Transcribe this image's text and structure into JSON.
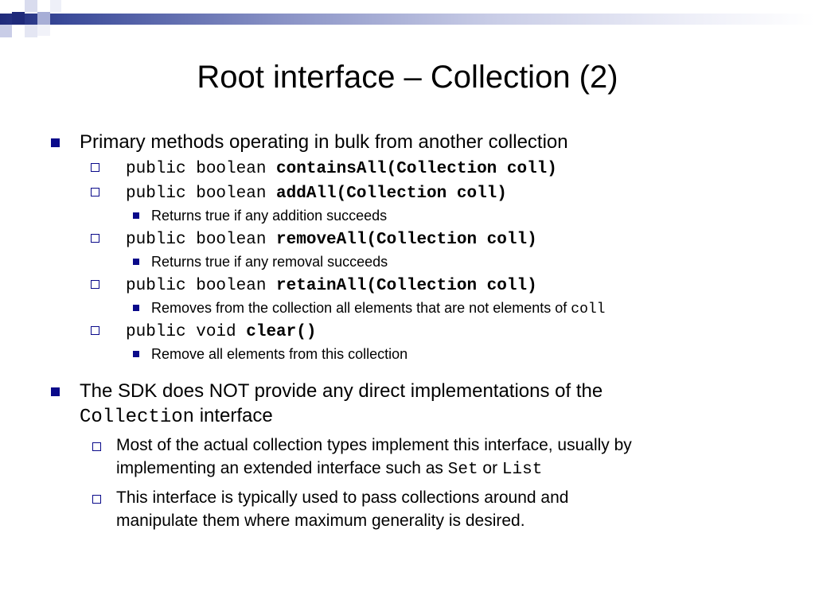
{
  "slide": {
    "title": "Root interface – Collection (2)",
    "b1": "Primary methods operating in bulk from another collection",
    "m1": {
      "pre": "public boolean ",
      "name": "containsAll(Collection coll)"
    },
    "m2": {
      "pre": "public boolean ",
      "name": "addAll(Collection coll)"
    },
    "m2_note": "Returns true if any addition succeeds",
    "m3": {
      "pre": "public boolean ",
      "name": "removeAll(Collection coll)"
    },
    "m3_note": "Returns true if any removal succeeds",
    "m4": {
      "pre": "public boolean ",
      "name": "retainAll(Collection coll)"
    },
    "m4_note_text": "Removes from the collection all elements that are not elements of ",
    "m4_note_code": "coll",
    "m5": {
      "pre": "public void ",
      "name": "clear()"
    },
    "m5_note": "Remove all elements from this collection",
    "b2_line1": "The SDK does NOT provide any direct implementations of the",
    "b2_code": "Collection",
    "b2_line2_rest": " interface",
    "s1_line1": "Most of the actual collection types implement this interface, usually by",
    "s1_line2_text": "implementing an extended interface such as ",
    "s1_set": "Set",
    "s1_or": " or ",
    "s1_list": "List",
    "s2_line1": "This interface is typically used to pass collections around and",
    "s2_line2": "manipulate them where maximum generality is desired."
  },
  "colors": {
    "bullet": "#0a0a8a",
    "band_dark": "#1f2a7a"
  }
}
